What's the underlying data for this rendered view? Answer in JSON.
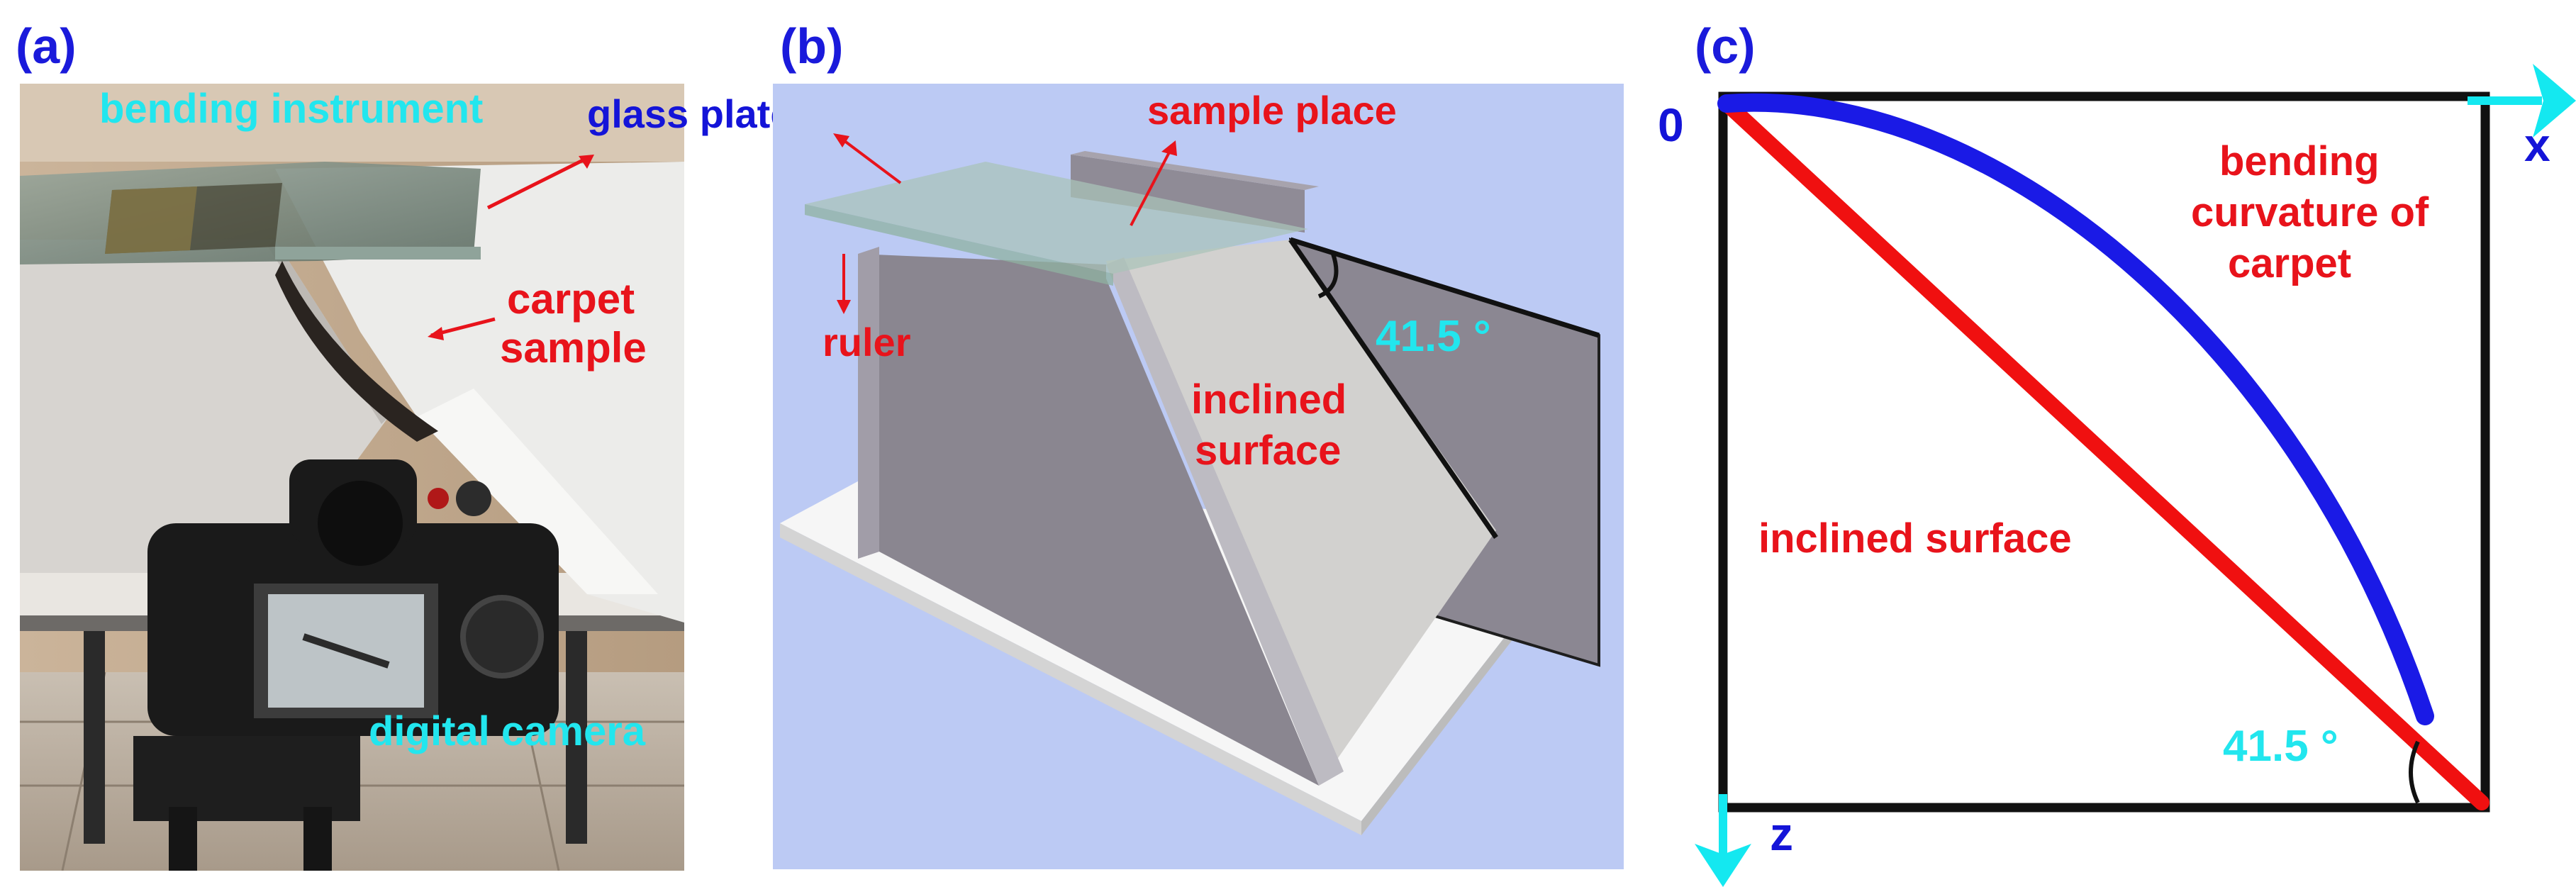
{
  "panels": {
    "a": {
      "letter": "(a)",
      "labels": {
        "bending_instrument": "bending instrument",
        "glass_plate": "glass plate",
        "carpet_sample": [
          "carpet",
          "sample"
        ],
        "digital_camera": "digital camera"
      }
    },
    "b": {
      "letter": "(b)",
      "labels": {
        "sample_place": "sample place",
        "ruler": "ruler",
        "inclined_surface": [
          "inclined",
          "surface"
        ],
        "angle": "41.5 °"
      }
    },
    "c": {
      "letter": "(c)",
      "labels": {
        "origin": "0",
        "x_axis": "x",
        "z_axis": "z",
        "bending_curvature": [
          "bending",
          "curvature of",
          "carpet"
        ],
        "inclined_surface": "inclined surface",
        "angle": "41.5 °"
      }
    }
  },
  "colors": {
    "panel_letter": "#1a1adb",
    "label_red": "#e8131b",
    "label_cyan": "#22e6ee",
    "label_blue": "#1414d8",
    "axis_cyan": "#14e8f0",
    "curve_blue": "#1a1ae6",
    "line_red": "#f01010",
    "diagram_bg": "#bccaf4"
  }
}
